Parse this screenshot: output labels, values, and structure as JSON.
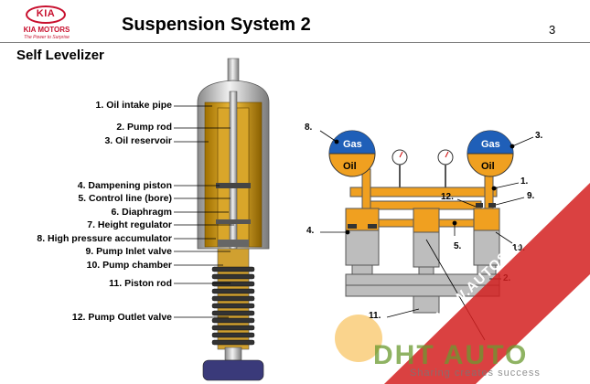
{
  "header": {
    "logo_text": "KIA",
    "brand_name": "KIA MOTORS",
    "tagline": "The Power to Surprise",
    "title": "Suspension System 2",
    "page_number": "3"
  },
  "subtitle": "Self Levelizer",
  "shock_labels": [
    "1. Oil intake pipe",
    "2. Pump rod",
    "3. Oil reservoir",
    "4. Dampening piston",
    "5. Control line (bore)",
    "6. Diaphragm",
    "7. Height regulator",
    "8. High pressure accumulator",
    "9. Pump Inlet valve",
    "10. Pump chamber",
    "11. Piston rod",
    "12. Pump Outlet valve"
  ],
  "diagram": {
    "gas_label": "Gas",
    "oil_label": "Oil",
    "numbers": [
      "8.",
      "3.",
      "1.",
      "12.",
      "9.",
      "4.",
      "5.",
      "10.",
      "2.",
      "11."
    ]
  },
  "watermark": {
    "site": "WWW.AUTOSHARE.ASIA",
    "logo": "DHT AUTO",
    "slogan": "Sharing creates success"
  },
  "colors": {
    "brand_red": "#c8102e",
    "oil_orange": "#f0a020",
    "gas_blue": "#1f5fb8",
    "housing_gray": "#c8c8c8"
  }
}
